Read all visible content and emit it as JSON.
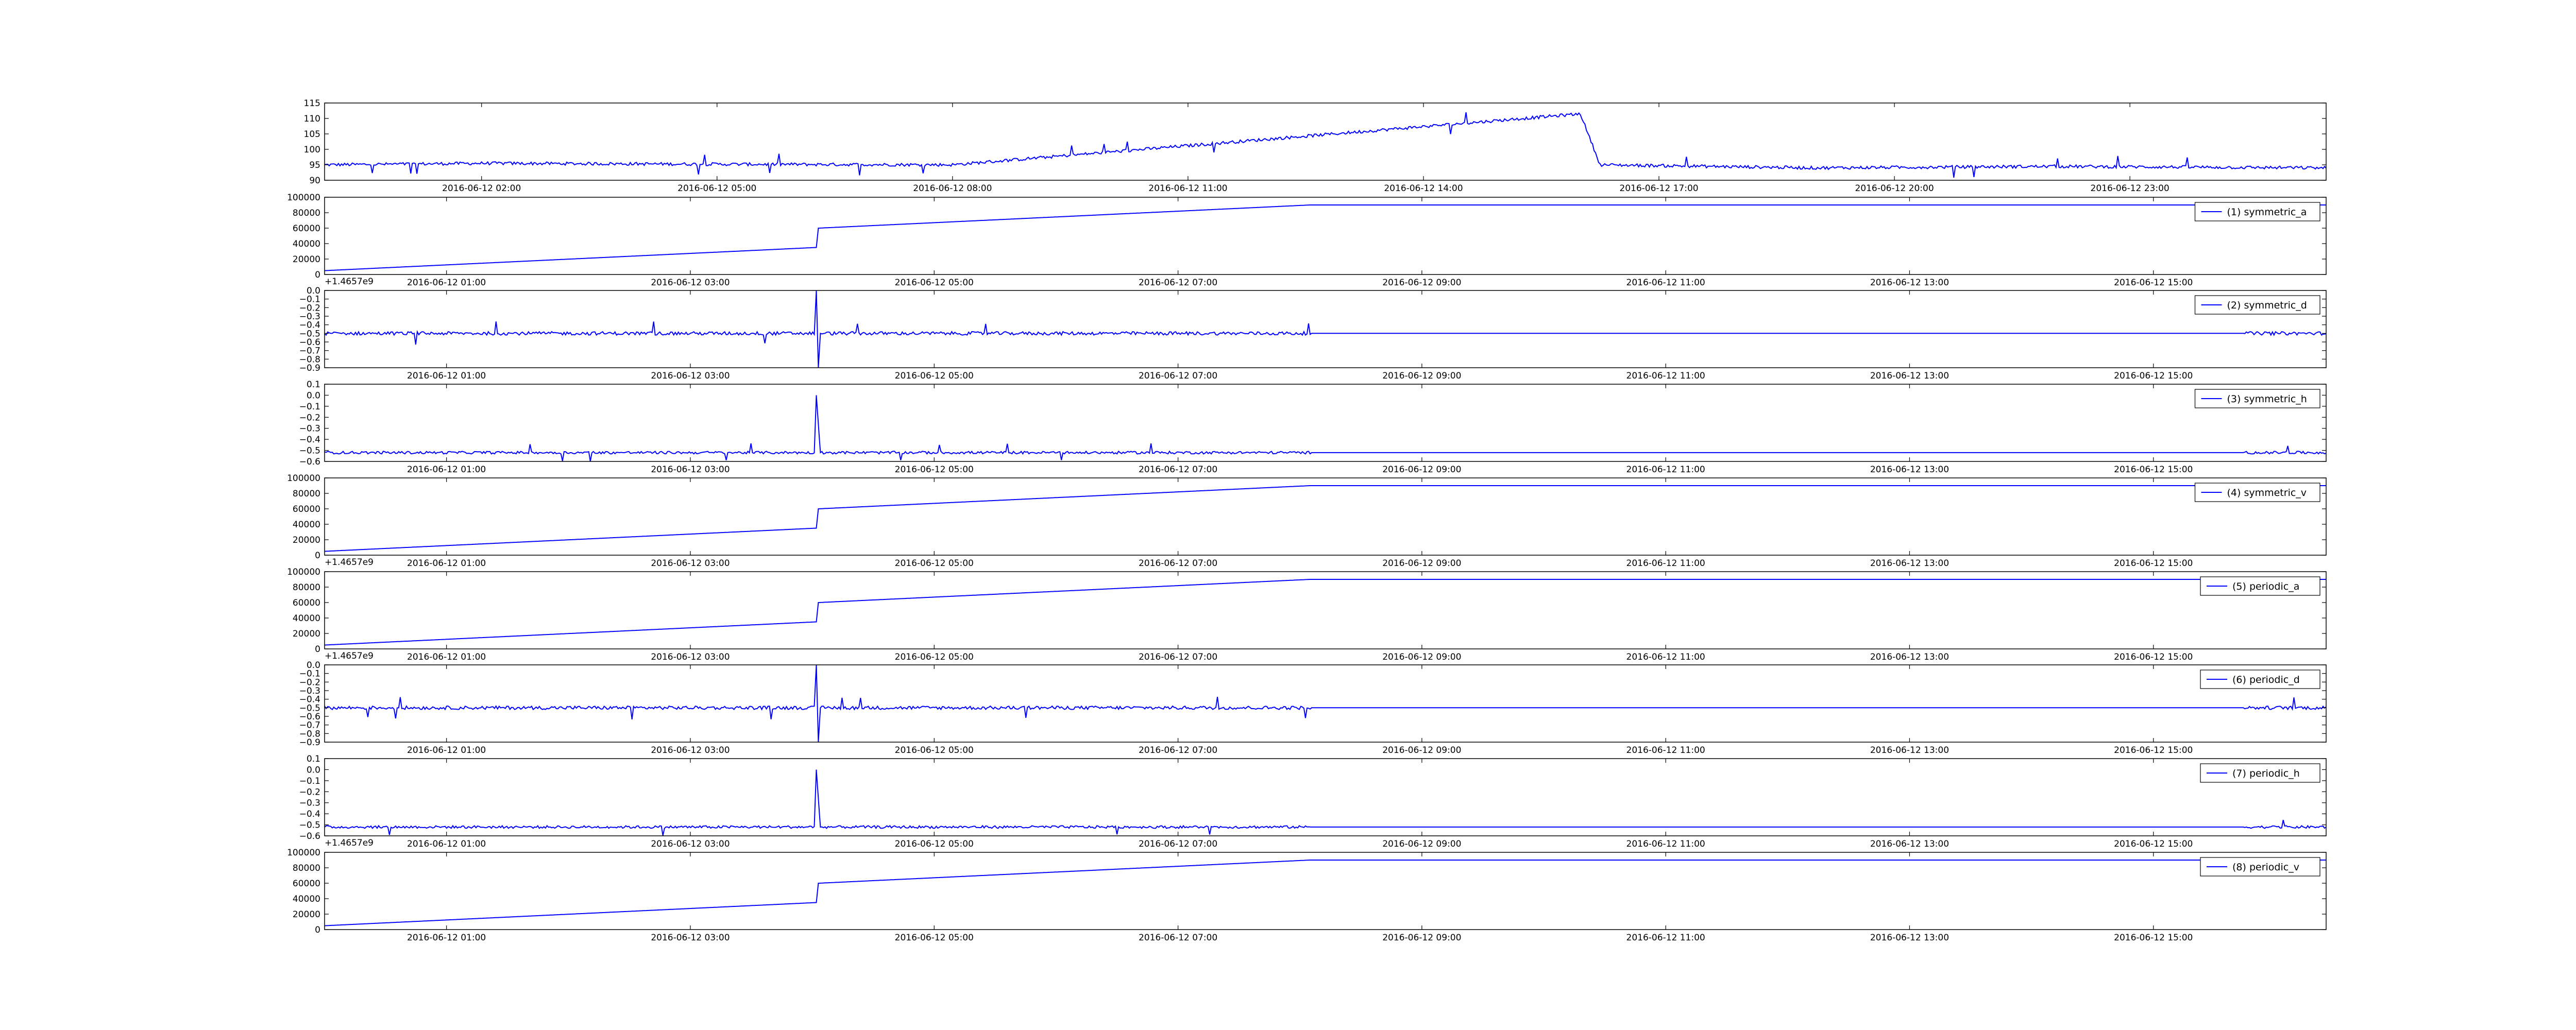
{
  "figure": {
    "background": "#ffffff",
    "line_color": "#0000ff",
    "axis_color": "#000000"
  },
  "chart_data": [
    {
      "type": "line",
      "series": [
        {
          "name": "",
          "x": [
            "2016-06-12 00:00",
            "2016-06-12 02:00",
            "2016-06-12 05:00",
            "2016-06-12 08:00",
            "2016-06-12 16:00",
            "2016-06-12 16:15",
            "2016-06-12 19:00",
            "2016-06-12 22:00",
            "2016-06-13 01:30"
          ],
          "values": [
            95,
            95.5,
            95.2,
            95,
            111.5,
            95,
            94,
            94.5,
            94
          ]
        }
      ],
      "xlim": [
        "2016-06-12 00:00",
        "2016-06-13 01:30"
      ],
      "ylim": [
        90,
        115
      ],
      "yticks": [
        90,
        95,
        100,
        105,
        110,
        115
      ],
      "xticks": [
        "2016-06-12 02:00",
        "2016-06-12 05:00",
        "2016-06-12 08:00",
        "2016-06-12 11:00",
        "2016-06-12 14:00",
        "2016-06-12 17:00",
        "2016-06-12 20:00",
        "2016-06-12 23:00"
      ],
      "noise": 0.5,
      "legend": null,
      "offset_text": ""
    },
    {
      "type": "line",
      "series": [
        {
          "name": "(1) symmetric_a",
          "x": [
            "2016-06-12 00:00",
            "2016-06-12 04:02",
            "2016-06-12 04:03",
            "2016-06-12 08:05",
            "2016-06-12 16:25"
          ],
          "values": [
            5000,
            35000,
            60000,
            90000,
            90000
          ]
        }
      ],
      "xlim": [
        "2016-06-12 00:00",
        "2016-06-12 16:25"
      ],
      "ylim": [
        0,
        100000
      ],
      "yticks": [
        0,
        20000,
        40000,
        60000,
        80000,
        100000
      ],
      "xticks": [
        "2016-06-12 01:00",
        "2016-06-12 03:00",
        "2016-06-12 05:00",
        "2016-06-12 07:00",
        "2016-06-12 09:00",
        "2016-06-12 11:00",
        "2016-06-12 13:00",
        "2016-06-12 15:00"
      ],
      "noise": 0,
      "legend": "top-right",
      "offset_text": "+1.4657e9"
    },
    {
      "type": "line",
      "series": [
        {
          "name": "(2) symmetric_d",
          "x": [
            "2016-06-12 00:00",
            "2016-06-12 04:01",
            "2016-06-12 04:02",
            "2016-06-12 04:03",
            "2016-06-12 04:04",
            "2016-06-12 08:05",
            "2016-06-12 15:45",
            "2016-06-12 16:25"
          ],
          "values": [
            -0.5,
            -0.5,
            0.0,
            -0.9,
            -0.5,
            -0.5,
            -0.5,
            -0.5
          ]
        }
      ],
      "xlim": [
        "2016-06-12 00:00",
        "2016-06-12 16:25"
      ],
      "ylim": [
        -0.9,
        0.0
      ],
      "yticks": [
        -0.9,
        -0.8,
        -0.7,
        -0.6,
        -0.5,
        -0.4,
        -0.3,
        -0.2,
        -0.1,
        0.0
      ],
      "xticks": [
        "2016-06-12 01:00",
        "2016-06-12 03:00",
        "2016-06-12 05:00",
        "2016-06-12 07:00",
        "2016-06-12 09:00",
        "2016-06-12 11:00",
        "2016-06-12 13:00",
        "2016-06-12 15:00"
      ],
      "noise": 0.02,
      "noisy_ranges": [
        [
          "2016-06-12 00:00",
          "2016-06-12 08:05"
        ],
        [
          "2016-06-12 15:45",
          "2016-06-12 16:25"
        ]
      ],
      "legend": "top-right",
      "offset_text": ""
    },
    {
      "type": "line",
      "series": [
        {
          "name": "(3) symmetric_h",
          "x": [
            "2016-06-12 00:00",
            "2016-06-12 04:01",
            "2016-06-12 04:02",
            "2016-06-12 04:04",
            "2016-06-12 08:05",
            "2016-06-12 15:45",
            "2016-06-12 16:25"
          ],
          "values": [
            -0.52,
            -0.52,
            0.0,
            -0.52,
            -0.52,
            -0.52,
            -0.52
          ]
        }
      ],
      "xlim": [
        "2016-06-12 00:00",
        "2016-06-12 16:25"
      ],
      "ylim": [
        -0.6,
        0.1
      ],
      "yticks": [
        -0.6,
        -0.5,
        -0.4,
        -0.3,
        -0.2,
        -0.1,
        0.0,
        0.1
      ],
      "xticks": [
        "2016-06-12 01:00",
        "2016-06-12 03:00",
        "2016-06-12 05:00",
        "2016-06-12 07:00",
        "2016-06-12 09:00",
        "2016-06-12 11:00",
        "2016-06-12 13:00",
        "2016-06-12 15:00"
      ],
      "noise": 0.012,
      "noisy_ranges": [
        [
          "2016-06-12 00:00",
          "2016-06-12 08:05"
        ],
        [
          "2016-06-12 15:45",
          "2016-06-12 16:25"
        ]
      ],
      "legend": "top-right",
      "offset_text": ""
    },
    {
      "type": "line",
      "series": [
        {
          "name": "(4) symmetric_v",
          "x": [
            "2016-06-12 00:00",
            "2016-06-12 04:02",
            "2016-06-12 04:03",
            "2016-06-12 08:05",
            "2016-06-12 16:25"
          ],
          "values": [
            5000,
            35000,
            60000,
            90000,
            90000
          ]
        }
      ],
      "xlim": [
        "2016-06-12 00:00",
        "2016-06-12 16:25"
      ],
      "ylim": [
        0,
        100000
      ],
      "yticks": [
        0,
        20000,
        40000,
        60000,
        80000,
        100000
      ],
      "xticks": [
        "2016-06-12 01:00",
        "2016-06-12 03:00",
        "2016-06-12 05:00",
        "2016-06-12 07:00",
        "2016-06-12 09:00",
        "2016-06-12 11:00",
        "2016-06-12 13:00",
        "2016-06-12 15:00"
      ],
      "noise": 0,
      "legend": "top-right",
      "offset_text": "+1.4657e9"
    },
    {
      "type": "line",
      "series": [
        {
          "name": "(5) periodic_a",
          "x": [
            "2016-06-12 00:00",
            "2016-06-12 04:02",
            "2016-06-12 04:03",
            "2016-06-12 08:05",
            "2016-06-12 16:25"
          ],
          "values": [
            5000,
            35000,
            60000,
            90000,
            90000
          ]
        }
      ],
      "xlim": [
        "2016-06-12 00:00",
        "2016-06-12 16:25"
      ],
      "ylim": [
        0,
        100000
      ],
      "yticks": [
        0,
        20000,
        40000,
        60000,
        80000,
        100000
      ],
      "xticks": [
        "2016-06-12 01:00",
        "2016-06-12 03:00",
        "2016-06-12 05:00",
        "2016-06-12 07:00",
        "2016-06-12 09:00",
        "2016-06-12 11:00",
        "2016-06-12 13:00",
        "2016-06-12 15:00"
      ],
      "noise": 0,
      "legend": "top-right",
      "offset_text": "+1.4657e9"
    },
    {
      "type": "line",
      "series": [
        {
          "name": "(6) periodic_d",
          "x": [
            "2016-06-12 00:00",
            "2016-06-12 04:01",
            "2016-06-12 04:02",
            "2016-06-12 04:03",
            "2016-06-12 04:04",
            "2016-06-12 08:05",
            "2016-06-12 15:45",
            "2016-06-12 16:25"
          ],
          "values": [
            -0.5,
            -0.5,
            0.0,
            -0.9,
            -0.5,
            -0.5,
            -0.5,
            -0.5
          ]
        }
      ],
      "xlim": [
        "2016-06-12 00:00",
        "2016-06-12 16:25"
      ],
      "ylim": [
        -0.9,
        0.0
      ],
      "yticks": [
        -0.9,
        -0.8,
        -0.7,
        -0.6,
        -0.5,
        -0.4,
        -0.3,
        -0.2,
        -0.1,
        0.0
      ],
      "xticks": [
        "2016-06-12 01:00",
        "2016-06-12 03:00",
        "2016-06-12 05:00",
        "2016-06-12 07:00",
        "2016-06-12 09:00",
        "2016-06-12 11:00",
        "2016-06-12 13:00",
        "2016-06-12 15:00"
      ],
      "noise": 0.02,
      "noisy_ranges": [
        [
          "2016-06-12 00:00",
          "2016-06-12 08:05"
        ],
        [
          "2016-06-12 15:45",
          "2016-06-12 16:25"
        ]
      ],
      "legend": "top-right",
      "offset_text": ""
    },
    {
      "type": "line",
      "series": [
        {
          "name": "(7) periodic_h",
          "x": [
            "2016-06-12 00:00",
            "2016-06-12 04:01",
            "2016-06-12 04:02",
            "2016-06-12 04:04",
            "2016-06-12 08:05",
            "2016-06-12 15:45",
            "2016-06-12 16:25"
          ],
          "values": [
            -0.52,
            -0.52,
            0.0,
            -0.52,
            -0.52,
            -0.52,
            -0.52
          ]
        }
      ],
      "xlim": [
        "2016-06-12 00:00",
        "2016-06-12 16:25"
      ],
      "ylim": [
        -0.6,
        0.1
      ],
      "yticks": [
        -0.6,
        -0.5,
        -0.4,
        -0.3,
        -0.2,
        -0.1,
        0.0,
        0.1
      ],
      "xticks": [
        "2016-06-12 01:00",
        "2016-06-12 03:00",
        "2016-06-12 05:00",
        "2016-06-12 07:00",
        "2016-06-12 09:00",
        "2016-06-12 11:00",
        "2016-06-12 13:00",
        "2016-06-12 15:00"
      ],
      "noise": 0.012,
      "noisy_ranges": [
        [
          "2016-06-12 00:00",
          "2016-06-12 08:05"
        ],
        [
          "2016-06-12 15:45",
          "2016-06-12 16:25"
        ]
      ],
      "legend": "top-right",
      "offset_text": "+1.4657e9"
    },
    {
      "type": "line",
      "series": [
        {
          "name": "(8) periodic_v",
          "x": [
            "2016-06-12 00:00",
            "2016-06-12 04:02",
            "2016-06-12 04:03",
            "2016-06-12 08:05",
            "2016-06-12 16:25"
          ],
          "values": [
            5000,
            35000,
            60000,
            90000,
            90000
          ]
        }
      ],
      "xlim": [
        "2016-06-12 00:00",
        "2016-06-12 16:25"
      ],
      "ylim": [
        0,
        100000
      ],
      "yticks": [
        0,
        20000,
        40000,
        60000,
        80000,
        100000
      ],
      "xticks": [
        "2016-06-12 01:00",
        "2016-06-12 03:00",
        "2016-06-12 05:00",
        "2016-06-12 07:00",
        "2016-06-12 09:00",
        "2016-06-12 11:00",
        "2016-06-12 13:00",
        "2016-06-12 15:00"
      ],
      "noise": 0,
      "legend": "top-right",
      "offset_text": ""
    }
  ]
}
